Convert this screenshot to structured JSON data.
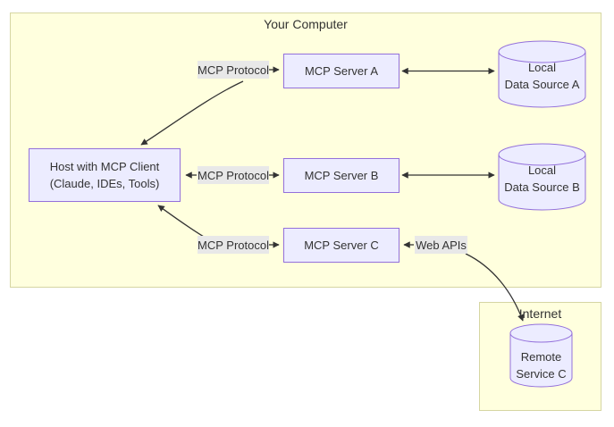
{
  "clusters": {
    "your_computer": {
      "title": "Your Computer"
    },
    "internet": {
      "title": "Internet"
    }
  },
  "nodes": {
    "host": {
      "line1": "Host with MCP Client",
      "line2": "(Claude, IDEs, Tools)"
    },
    "server_a": {
      "label": "MCP Server A"
    },
    "server_b": {
      "label": "MCP Server B"
    },
    "server_c": {
      "label": "MCP Server C"
    },
    "data_source_a": {
      "line1": "Local",
      "line2": "Data Source A"
    },
    "data_source_b": {
      "line1": "Local",
      "line2": "Data Source B"
    },
    "remote_service_c": {
      "line1": "Remote",
      "line2": "Service C"
    }
  },
  "edge_labels": {
    "protocol_a": "MCP Protocol",
    "protocol_b": "MCP Protocol",
    "protocol_c": "MCP Protocol",
    "web_apis": "Web APIs"
  },
  "colors": {
    "cluster_fill": "#ffffde",
    "cluster_border": "#d6d6a3",
    "node_fill": "#ececff",
    "node_border": "#9370db",
    "edge_label_bg": "#e8e8e8",
    "line": "#333333",
    "text": "#333333"
  }
}
